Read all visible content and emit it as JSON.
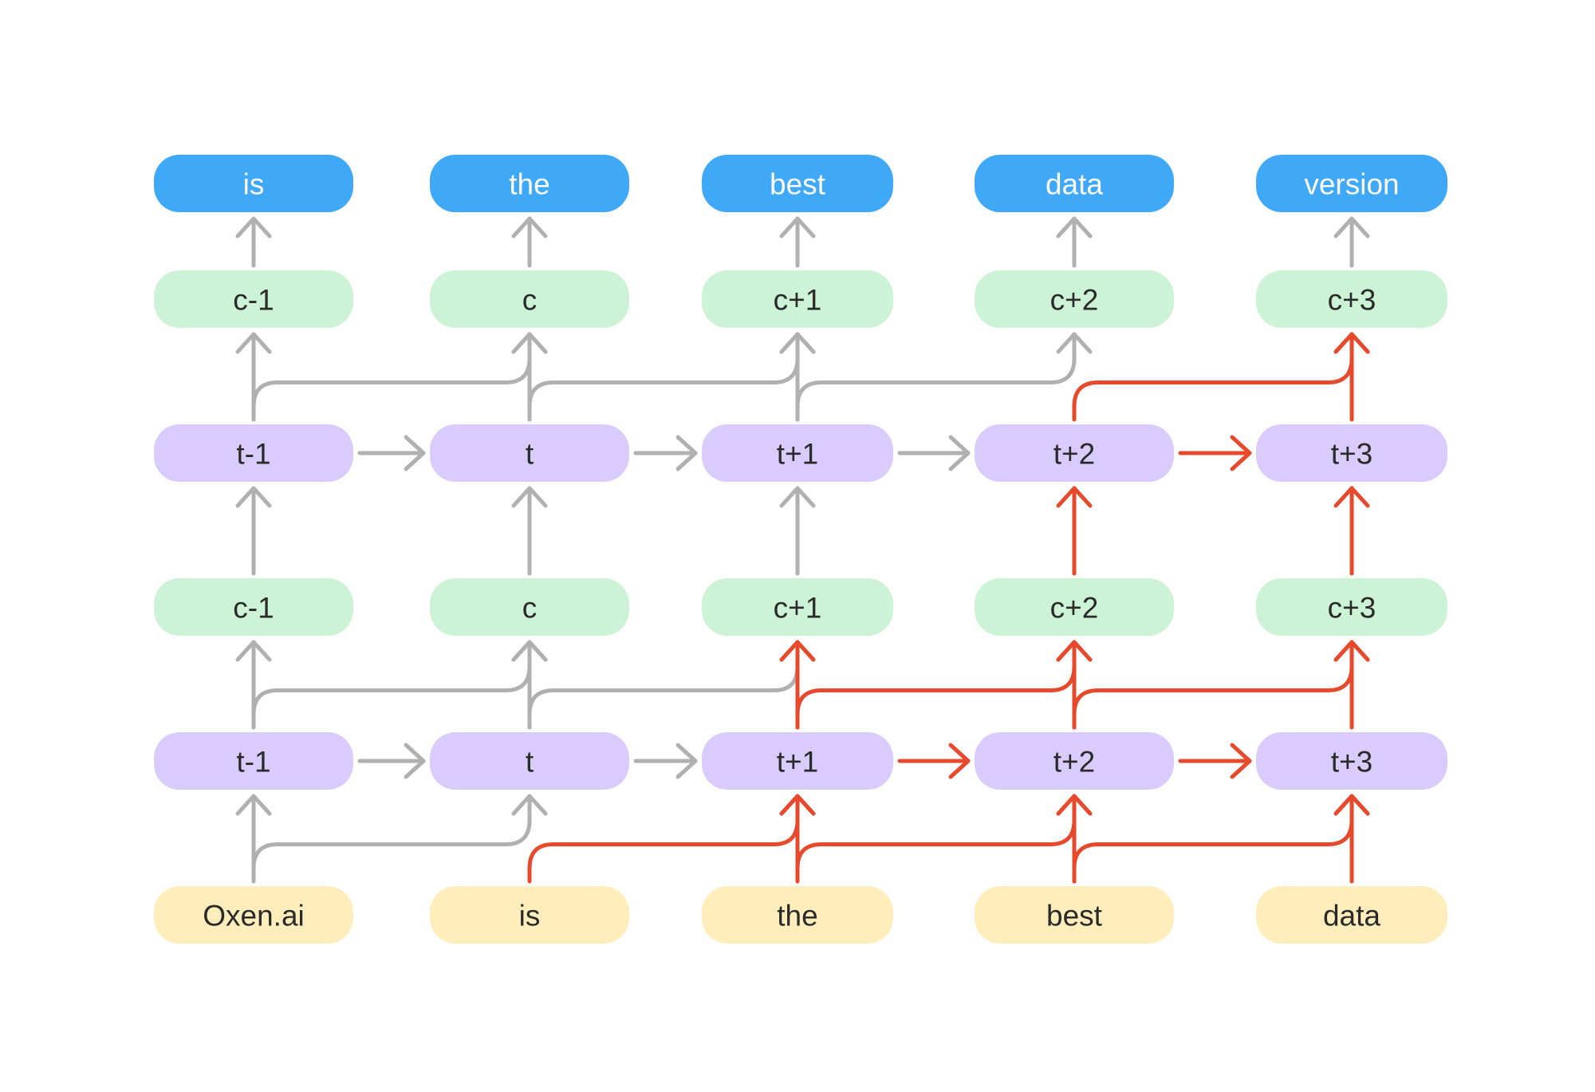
{
  "colors": {
    "output": "#3fa9f7",
    "output_text": "#ffffff",
    "context": "#cdf3d6",
    "hidden": "#d9ccfc",
    "input": "#ffeebc",
    "dark_text": "#2a2a2a",
    "arrow_inactive": "#b0b0b0",
    "arrow_active": "#e6492b"
  },
  "rows": {
    "outputs": [
      "is",
      "the",
      "best",
      "data",
      "version"
    ],
    "context_top": [
      "c-1",
      "c",
      "c+1",
      "c+2",
      "c+3"
    ],
    "hidden_top": [
      "t-1",
      "t",
      "t+1",
      "t+2",
      "t+3"
    ],
    "context_bottom": [
      "c-1",
      "c",
      "c+1",
      "c+2",
      "c+3"
    ],
    "hidden_bottom": [
      "t-1",
      "t",
      "t+1",
      "t+2",
      "t+3"
    ],
    "inputs": [
      "Oxen.ai",
      "is",
      "the",
      "best",
      "data"
    ]
  },
  "links": {
    "input_to_hidden_bottom": {
      "sources": [
        0,
        1,
        2,
        3,
        4
      ],
      "active_from": 1
    },
    "hidden_bottom_to_context_bottom": {
      "sources": [
        0,
        1,
        2,
        3,
        4
      ],
      "active_from": 2
    },
    "context_bottom_to_hidden_top": {
      "active_columns": [
        3,
        4
      ]
    },
    "hidden_top_to_context_top": {
      "sources": [
        0,
        1,
        2,
        3
      ],
      "active_from": 3
    },
    "context_top_to_output": {
      "active_columns": []
    },
    "hidden_bottom_recurrent": {
      "active_from": 2
    },
    "hidden_top_recurrent": {
      "active_from": 3
    }
  }
}
